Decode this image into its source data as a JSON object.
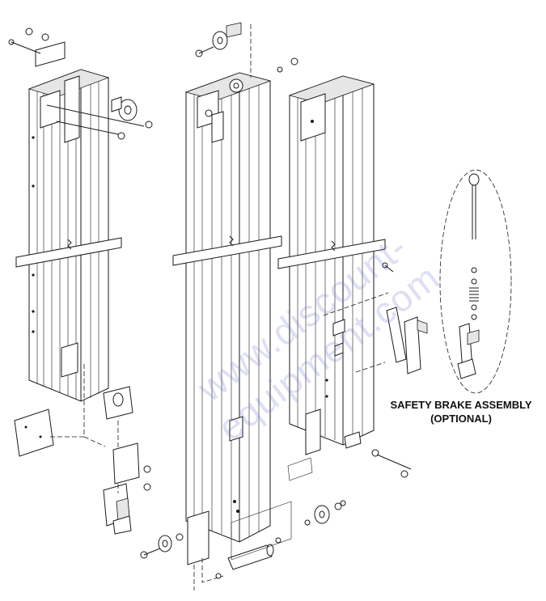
{
  "caption": {
    "line1": "SAFETY BRAKE ASSEMBLY",
    "line2": "(OPTIONAL)"
  },
  "watermark": "www.discount-equipment.com"
}
